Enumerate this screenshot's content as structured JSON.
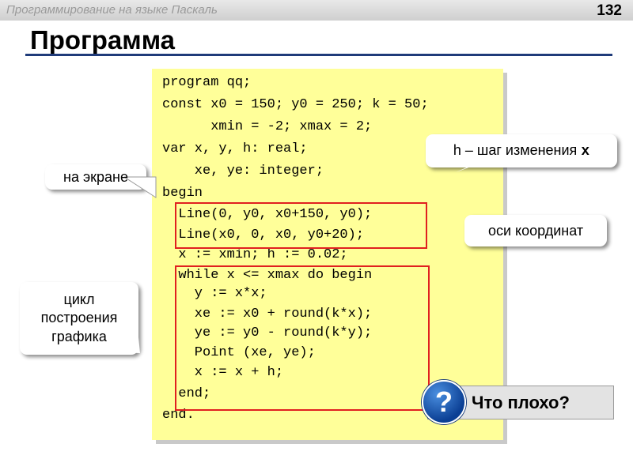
{
  "header": {
    "course_title": "Программирование на языке Паскаль",
    "page_number": "132"
  },
  "slide": {
    "title": "Программа"
  },
  "code": {
    "lines": [
      "program qq;",
      "const x0 = 150; y0 = 250; k = 50;",
      "      xmin = -2; xmax = 2;",
      "var x, y, h: real;",
      "    xe, ye: integer;",
      "begin",
      "  Line(0, y0, x0+150, y0);",
      "  Line(x0, 0, x0, y0+20);",
      "  x := xmin; h := 0.02;",
      "  while x <= xmax do begin",
      "    y := x*x;",
      "    xe := x0 + round(k*x);",
      "    ye := y0 - round(k*y);",
      "    Point (xe, ye);",
      "    x := x + h;",
      "  end;",
      "end."
    ]
  },
  "callouts": {
    "on_screen": "на экране",
    "h_step_prefix": "h – шаг изменения ",
    "h_step_var": "x",
    "axes": "оси координат",
    "loop_line1": "цикл",
    "loop_line2": "построения",
    "loop_line3": "графика"
  },
  "question": {
    "icon": "question-mark-icon",
    "text": "Что плохо?"
  },
  "colors": {
    "code_background": "#ffff99",
    "highlight_border": "#e02020",
    "title_rule": "#1f3b7a"
  }
}
